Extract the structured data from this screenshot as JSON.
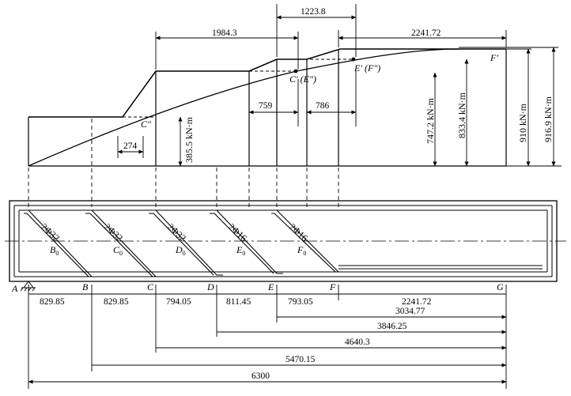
{
  "moment_labels": {
    "C_dd": "C″",
    "C_p_E_dd": "C′ (E″)",
    "E_p_F_dd": "E′ (F″)",
    "F_p": "F′"
  },
  "moment_values": {
    "m385": "385.5 kN·m",
    "m747": "747.2 kN·m",
    "m833": "833.4 kN·m",
    "m910": "910 kN·m",
    "m916": "916.9 kN·m"
  },
  "top_dims": {
    "d1984": "1984.3",
    "d1223": "1223.8",
    "d2241": "2241.72",
    "d274": "274",
    "d759": "759",
    "d786": "786"
  },
  "bars": {
    "b0": "2Φ32",
    "b1": "2Φ32",
    "b2": "2Φ32",
    "b3": "2Φ16",
    "b4": "2Φ16"
  },
  "bar_names": {
    "B": "B",
    "C": "C",
    "D": "D",
    "E": "E",
    "F": "F",
    "sub": "0"
  },
  "points": {
    "A": "A",
    "B": "B",
    "C": "C",
    "D": "D",
    "E": "E",
    "F": "F",
    "G": "G"
  },
  "span_dims": {
    "s1": "829.85",
    "s2": "829.85",
    "s3": "794.05",
    "s4": "811.45",
    "s5": "793.05",
    "s6": "2241.72"
  },
  "cum_dims": {
    "c1": "3034.77",
    "c2": "3846.25",
    "c3": "4640.3",
    "c4": "5470.15",
    "c5": "6300"
  },
  "colors": {
    "line": "#000000",
    "background": "#ffffff"
  }
}
